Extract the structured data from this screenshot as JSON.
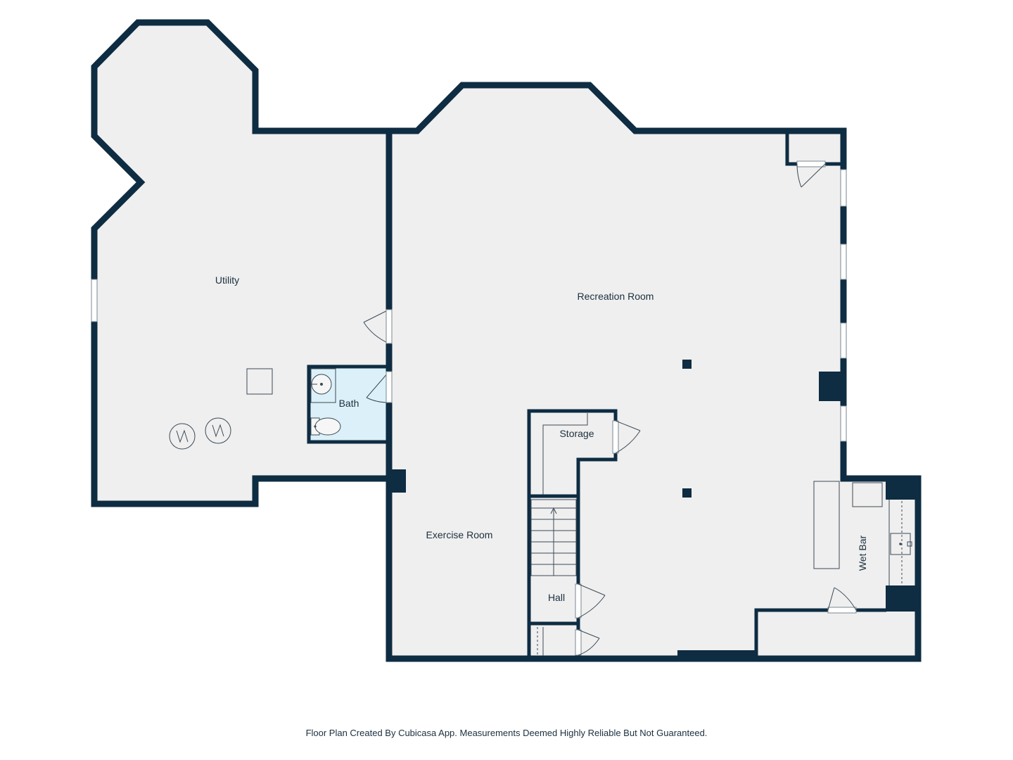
{
  "rooms": {
    "utility": "Utility",
    "recreation_room": "Recreation Room",
    "bath": "Bath",
    "storage": "Storage",
    "exercise_room": "Exercise Room",
    "hall": "Hall",
    "wet_bar": "Wet Bar"
  },
  "footer": {
    "note": "Floor Plan Created By Cubicasa App. Measurements Deemed Highly Reliable But Not Guaranteed."
  },
  "colors": {
    "wall": "#0e2c42",
    "floor": "#efefef",
    "bath_floor": "#dbf0f8",
    "text": "#1b2f3e"
  }
}
